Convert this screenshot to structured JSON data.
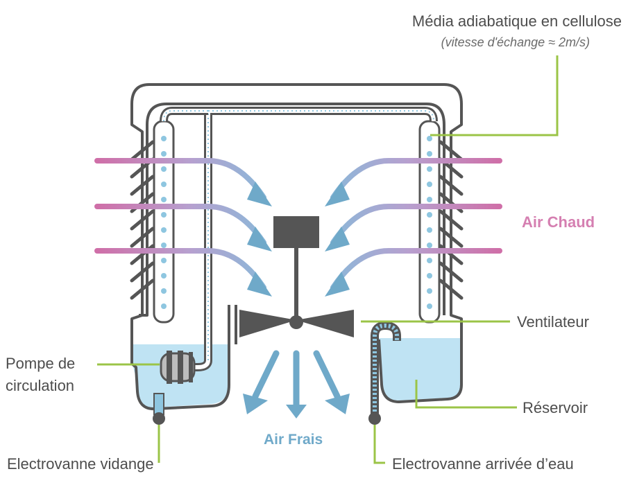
{
  "colors": {
    "outline": "#555555",
    "water": "#bfe3f3",
    "water_dots": "#8ec6e0",
    "airflow": "#6fa9c9",
    "hot_air": "#d57fb1",
    "fan": "#555555",
    "leader": "#9bc447"
  },
  "labels": {
    "media_title": "Média adiabatique en cellulose",
    "media_sub": "(vitesse d'échange ≈ 2m/s)",
    "air_chaud": "Air Chaud",
    "air_frais": "Air Frais",
    "ventilateur": "Ventilateur",
    "pompe_line1": "Pompe de",
    "pompe_line2": "circulation",
    "reservoir": "Réservoir",
    "electrovanne_vidange": "Electrovanne vidange",
    "electrovanne_arrivee": "Electrovanne arrivée d’eau"
  }
}
